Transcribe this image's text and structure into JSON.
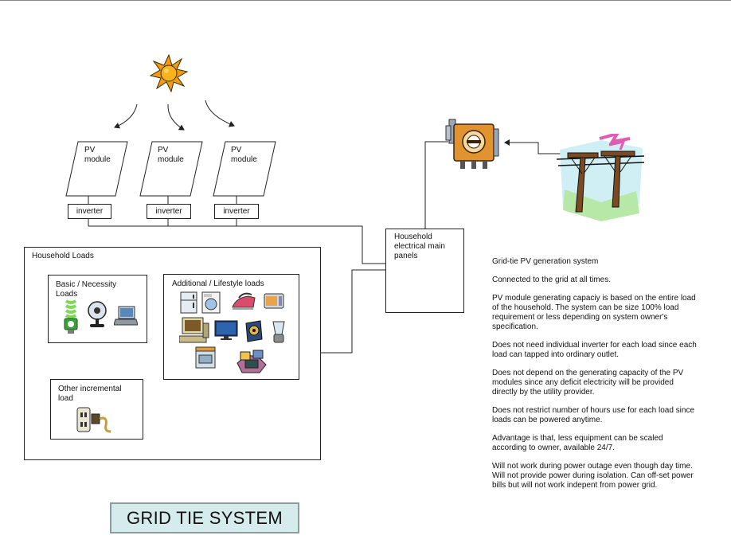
{
  "pv_modules": [
    {
      "label": "PV\nmodule",
      "inverter_label": "inverter"
    },
    {
      "label": "PV\nmodule",
      "inverter_label": "inverter"
    },
    {
      "label": "PV\nmodule",
      "inverter_label": "inverter"
    }
  ],
  "main_panel_label": "Household electrical main panels",
  "household_loads": {
    "title": "Household Loads",
    "basic_label": "Basic / Necessity Loads",
    "additional_label": "Additional / Lifestyle loads",
    "other_label": "Other incremental load"
  },
  "description": [
    "Grid-tie PV generation system",
    "Connected to the grid at all times.",
    "PV module generating capaciy is based on the entire load of the household. The system can be size 100% load requirement or less depending on system owner's specification.",
    "Does not need individual inverter for each load since each load can tapped into ordinary outlet.",
    "Does not depend on the generating capacity of the PV modules since any deficit electricity will be provided directly by the utility provider.",
    "Does not restrict number of hours use for each load since loads can be powered anytime.",
    "Advantage is that, less equipment can be scaled according to owner, available 24/7.",
    "Will not work during power outage even though day time. Will not provide power during isolation. Can off-set power bills but will not work indepent from power grid."
  ],
  "footer_title": "GRID TIE SYSTEM",
  "icons": [
    "sun-icon",
    "meter-icon",
    "power-lines-icon",
    "cfl-bulb-icon",
    "fan-icon",
    "laptop-icon",
    "fridge-icon",
    "washer-icon",
    "iron-icon",
    "microwave-icon",
    "computer-icon",
    "tv-icon",
    "dvd-icon",
    "blender-icon",
    "stove-icon",
    "appliance-pile-icon",
    "outlet-plug-icon"
  ]
}
